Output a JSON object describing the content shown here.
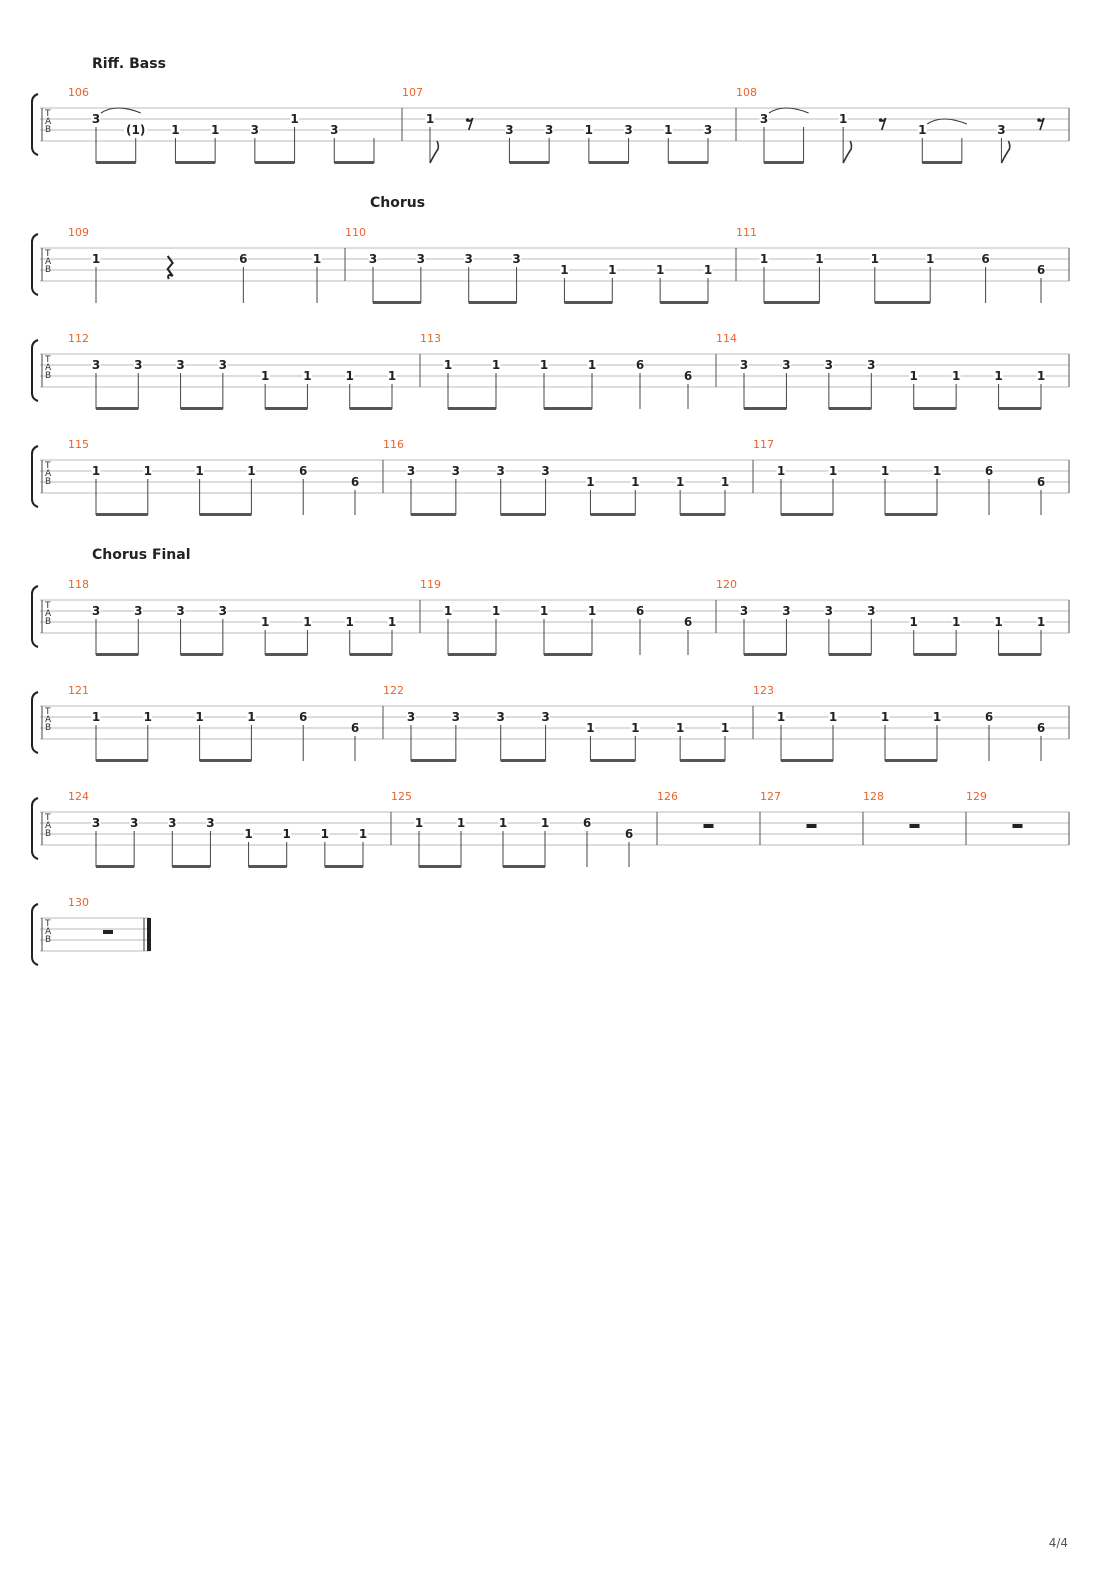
{
  "colors": {
    "bar_number": "#e8632c",
    "staff_line": "#bbbbbb",
    "ink": "#222222",
    "barline": "#555555"
  },
  "page_number": "4/4",
  "clef_letters": [
    "T",
    "A",
    "B"
  ],
  "systems": [
    {
      "section": "Riff. Bass",
      "measures": [
        {
          "number": "106",
          "notes": [
            {
              "fret": "3",
              "string": 1,
              "stem": 1,
              "beam_start": true,
              "tie_to_next": true
            },
            {
              "fret": "(1)",
              "string": 2,
              "stem": 1,
              "beam_end": true,
              "paren": true
            },
            {
              "fret": "1",
              "string": 2,
              "stem": 1,
              "beam_start": true
            },
            {
              "fret": "1",
              "string": 2,
              "stem": 1,
              "beam_end": true
            },
            {
              "fret": "3",
              "string": 2,
              "stem": 1,
              "beam_start": true
            },
            {
              "fret": "1",
              "string": 1,
              "stem": 1,
              "beam_end": true
            },
            {
              "fret": "3",
              "string": 2,
              "stem": 1,
              "beam_start": true
            },
            {
              "fret": "x",
              "string": 2,
              "stem": 1,
              "beam_end": true,
              "hidden": true
            }
          ]
        },
        {
          "number": "107",
          "notes": [
            {
              "fret": "1",
              "string": 1,
              "flag": true
            },
            {
              "rest": "eighth"
            },
            {
              "fret": "3",
              "string": 2,
              "stem": 1,
              "beam_start": true
            },
            {
              "fret": "3",
              "string": 2,
              "stem": 1,
              "beam_end": true
            },
            {
              "fret": "1",
              "string": 2,
              "stem": 1,
              "beam_start": true
            },
            {
              "fret": "3",
              "string": 2,
              "stem": 1,
              "beam_end": true
            },
            {
              "fret": "1",
              "string": 2,
              "stem": 1,
              "beam_start": true
            },
            {
              "fret": "3",
              "string": 2,
              "stem": 1,
              "beam_end": true
            }
          ]
        },
        {
          "number": "108",
          "notes": [
            {
              "fret": "3",
              "string": 1,
              "stem": 1,
              "beam_start": true,
              "tie_to_next": true
            },
            {
              "fret": "x",
              "string": 1,
              "stem": 1,
              "beam_end": true,
              "hidden": true
            },
            {
              "fret": "1",
              "string": 1,
              "flag": true
            },
            {
              "rest": "eighth"
            },
            {
              "fret": "1",
              "string": 2,
              "stem": 1,
              "beam_start": true,
              "tie_to_next": true
            },
            {
              "fret": "x",
              "string": 2,
              "stem": 1,
              "beam_end": true,
              "hidden": true
            },
            {
              "fret": "3",
              "string": 2,
              "flag": true
            },
            {
              "rest": "eighth"
            }
          ]
        }
      ]
    },
    {
      "section": "Chorus",
      "measures": [
        {
          "number": "109",
          "notes": [
            {
              "fret": "1",
              "string": 1,
              "stem": 2
            },
            {
              "rest": "quarter"
            },
            {
              "fret": "6",
              "string": 1,
              "stem": 2
            },
            {
              "fret": "1",
              "string": 1,
              "stem": 2
            }
          ]
        },
        {
          "number": "110",
          "notes": [
            {
              "fret": "3",
              "string": 1,
              "beam_start": true
            },
            {
              "fret": "3",
              "string": 1,
              "beam_end": true
            },
            {
              "fret": "3",
              "string": 1,
              "beam_start": true
            },
            {
              "fret": "3",
              "string": 1,
              "beam_end": true
            },
            {
              "fret": "1",
              "string": 2,
              "beam_start": true
            },
            {
              "fret": "1",
              "string": 2,
              "beam_end": true
            },
            {
              "fret": "1",
              "string": 2,
              "beam_start": true
            },
            {
              "fret": "1",
              "string": 2,
              "beam_end": true
            }
          ]
        },
        {
          "number": "111",
          "notes": [
            {
              "fret": "1",
              "string": 1,
              "beam_start": true
            },
            {
              "fret": "1",
              "string": 1,
              "beam_end": true
            },
            {
              "fret": "1",
              "string": 1,
              "beam_start": true
            },
            {
              "fret": "1",
              "string": 1,
              "beam_end": true
            },
            {
              "fret": "6",
              "string": 1,
              "stem": 2
            },
            {
              "fret": "6",
              "string": 2,
              "stem": 2
            }
          ]
        }
      ]
    },
    {
      "section": "",
      "measures": [
        {
          "number": "112",
          "notes": [
            {
              "fret": "3",
              "string": 1,
              "beam_start": true
            },
            {
              "fret": "3",
              "string": 1,
              "beam_end": true
            },
            {
              "fret": "3",
              "string": 1,
              "beam_start": true
            },
            {
              "fret": "3",
              "string": 1,
              "beam_end": true
            },
            {
              "fret": "1",
              "string": 2,
              "beam_start": true
            },
            {
              "fret": "1",
              "string": 2,
              "beam_end": true
            },
            {
              "fret": "1",
              "string": 2,
              "beam_start": true
            },
            {
              "fret": "1",
              "string": 2,
              "beam_end": true
            }
          ]
        },
        {
          "number": "113",
          "notes": [
            {
              "fret": "1",
              "string": 1,
              "beam_start": true
            },
            {
              "fret": "1",
              "string": 1,
              "beam_end": true
            },
            {
              "fret": "1",
              "string": 1,
              "beam_start": true
            },
            {
              "fret": "1",
              "string": 1,
              "beam_end": true
            },
            {
              "fret": "6",
              "string": 1,
              "stem": 2
            },
            {
              "fret": "6",
              "string": 2,
              "stem": 2
            }
          ]
        },
        {
          "number": "114",
          "notes": [
            {
              "fret": "3",
              "string": 1,
              "beam_start": true
            },
            {
              "fret": "3",
              "string": 1,
              "beam_end": true
            },
            {
              "fret": "3",
              "string": 1,
              "beam_start": true
            },
            {
              "fret": "3",
              "string": 1,
              "beam_end": true
            },
            {
              "fret": "1",
              "string": 2,
              "beam_start": true
            },
            {
              "fret": "1",
              "string": 2,
              "beam_end": true
            },
            {
              "fret": "1",
              "string": 2,
              "beam_start": true
            },
            {
              "fret": "1",
              "string": 2,
              "beam_end": true
            }
          ]
        }
      ]
    },
    {
      "section": "",
      "measures": [
        {
          "number": "115",
          "notes": [
            {
              "fret": "1",
              "string": 1,
              "beam_start": true
            },
            {
              "fret": "1",
              "string": 1,
              "beam_end": true
            },
            {
              "fret": "1",
              "string": 1,
              "beam_start": true
            },
            {
              "fret": "1",
              "string": 1,
              "beam_end": true
            },
            {
              "fret": "6",
              "string": 1,
              "stem": 2
            },
            {
              "fret": "6",
              "string": 2,
              "stem": 2
            }
          ]
        },
        {
          "number": "116",
          "notes": [
            {
              "fret": "3",
              "string": 1,
              "beam_start": true
            },
            {
              "fret": "3",
              "string": 1,
              "beam_end": true
            },
            {
              "fret": "3",
              "string": 1,
              "beam_start": true
            },
            {
              "fret": "3",
              "string": 1,
              "beam_end": true
            },
            {
              "fret": "1",
              "string": 2,
              "beam_start": true
            },
            {
              "fret": "1",
              "string": 2,
              "beam_end": true
            },
            {
              "fret": "1",
              "string": 2,
              "beam_start": true
            },
            {
              "fret": "1",
              "string": 2,
              "beam_end": true
            }
          ]
        },
        {
          "number": "117",
          "notes": [
            {
              "fret": "1",
              "string": 1,
              "beam_start": true
            },
            {
              "fret": "1",
              "string": 1,
              "beam_end": true
            },
            {
              "fret": "1",
              "string": 1,
              "beam_start": true
            },
            {
              "fret": "1",
              "string": 1,
              "beam_end": true
            },
            {
              "fret": "6",
              "string": 1,
              "stem": 2
            },
            {
              "fret": "6",
              "string": 2,
              "stem": 2
            }
          ]
        }
      ]
    },
    {
      "section": "Chorus Final",
      "measures": [
        {
          "number": "118",
          "notes": [
            {
              "fret": "3",
              "string": 1,
              "beam_start": true
            },
            {
              "fret": "3",
              "string": 1,
              "beam_end": true
            },
            {
              "fret": "3",
              "string": 1,
              "beam_start": true
            },
            {
              "fret": "3",
              "string": 1,
              "beam_end": true
            },
            {
              "fret": "1",
              "string": 2,
              "beam_start": true
            },
            {
              "fret": "1",
              "string": 2,
              "beam_end": true
            },
            {
              "fret": "1",
              "string": 2,
              "beam_start": true
            },
            {
              "fret": "1",
              "string": 2,
              "beam_end": true
            }
          ]
        },
        {
          "number": "119",
          "notes": [
            {
              "fret": "1",
              "string": 1,
              "beam_start": true
            },
            {
              "fret": "1",
              "string": 1,
              "beam_end": true
            },
            {
              "fret": "1",
              "string": 1,
              "beam_start": true
            },
            {
              "fret": "1",
              "string": 1,
              "beam_end": true
            },
            {
              "fret": "6",
              "string": 1,
              "stem": 2
            },
            {
              "fret": "6",
              "string": 2,
              "stem": 2
            }
          ]
        },
        {
          "number": "120",
          "notes": [
            {
              "fret": "3",
              "string": 1,
              "beam_start": true
            },
            {
              "fret": "3",
              "string": 1,
              "beam_end": true
            },
            {
              "fret": "3",
              "string": 1,
              "beam_start": true
            },
            {
              "fret": "3",
              "string": 1,
              "beam_end": true
            },
            {
              "fret": "1",
              "string": 2,
              "beam_start": true
            },
            {
              "fret": "1",
              "string": 2,
              "beam_end": true
            },
            {
              "fret": "1",
              "string": 2,
              "beam_start": true
            },
            {
              "fret": "1",
              "string": 2,
              "beam_end": true
            }
          ]
        }
      ]
    },
    {
      "section": "",
      "measures": [
        {
          "number": "121",
          "notes": [
            {
              "fret": "1",
              "string": 1,
              "beam_start": true
            },
            {
              "fret": "1",
              "string": 1,
              "beam_end": true
            },
            {
              "fret": "1",
              "string": 1,
              "beam_start": true
            },
            {
              "fret": "1",
              "string": 1,
              "beam_end": true
            },
            {
              "fret": "6",
              "string": 1,
              "stem": 2
            },
            {
              "fret": "6",
              "string": 2,
              "stem": 2
            }
          ]
        },
        {
          "number": "122",
          "notes": [
            {
              "fret": "3",
              "string": 1,
              "beam_start": true
            },
            {
              "fret": "3",
              "string": 1,
              "beam_end": true
            },
            {
              "fret": "3",
              "string": 1,
              "beam_start": true
            },
            {
              "fret": "3",
              "string": 1,
              "beam_end": true
            },
            {
              "fret": "1",
              "string": 2,
              "beam_start": true
            },
            {
              "fret": "1",
              "string": 2,
              "beam_end": true
            },
            {
              "fret": "1",
              "string": 2,
              "beam_start": true
            },
            {
              "fret": "1",
              "string": 2,
              "beam_end": true
            }
          ]
        },
        {
          "number": "123",
          "notes": [
            {
              "fret": "1",
              "string": 1,
              "beam_start": true
            },
            {
              "fret": "1",
              "string": 1,
              "beam_end": true
            },
            {
              "fret": "1",
              "string": 1,
              "beam_start": true
            },
            {
              "fret": "1",
              "string": 1,
              "beam_end": true
            },
            {
              "fret": "6",
              "string": 1,
              "stem": 2
            },
            {
              "fret": "6",
              "string": 2,
              "stem": 2
            }
          ]
        }
      ]
    },
    {
      "section": "",
      "measures": [
        {
          "number": "124",
          "notes": [
            {
              "fret": "3",
              "string": 1,
              "beam_start": true
            },
            {
              "fret": "3",
              "string": 1,
              "beam_end": true
            },
            {
              "fret": "3",
              "string": 1,
              "beam_start": true
            },
            {
              "fret": "3",
              "string": 1,
              "beam_end": true
            },
            {
              "fret": "1",
              "string": 2,
              "beam_start": true
            },
            {
              "fret": "1",
              "string": 2,
              "beam_end": true
            },
            {
              "fret": "1",
              "string": 2,
              "beam_start": true
            },
            {
              "fret": "1",
              "string": 2,
              "beam_end": true
            }
          ]
        },
        {
          "number": "125",
          "notes": [
            {
              "fret": "1",
              "string": 1,
              "beam_start": true
            },
            {
              "fret": "1",
              "string": 1,
              "beam_end": true
            },
            {
              "fret": "1",
              "string": 1,
              "beam_start": true
            },
            {
              "fret": "1",
              "string": 1,
              "beam_end": true
            },
            {
              "fret": "6",
              "string": 1,
              "stem": 2
            },
            {
              "fret": "6",
              "string": 2,
              "stem": 2
            }
          ]
        },
        {
          "number": "126",
          "rest_measure": true,
          "notes": []
        },
        {
          "number": "127",
          "rest_measure": true,
          "notes": []
        },
        {
          "number": "128",
          "rest_measure": true,
          "notes": []
        },
        {
          "number": "129",
          "rest_measure": true,
          "notes": []
        }
      ]
    },
    {
      "section": "",
      "final": true,
      "measures": [
        {
          "number": "130",
          "rest_measure": true,
          "notes": []
        }
      ]
    }
  ]
}
